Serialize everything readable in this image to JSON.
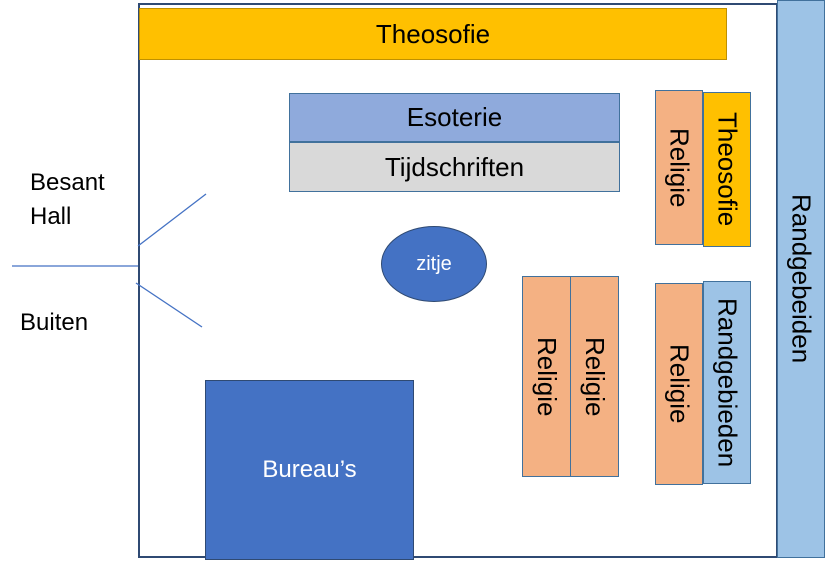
{
  "colors": {
    "theosofie": "#ffc000",
    "esoterie": "#8faadc",
    "tijdschriften": "#d9d9d9",
    "religie": "#f4b183",
    "randgebeiden": "#9dc3e6",
    "bureaus": "#4472c4",
    "zitje": "#4472c4",
    "outline": "#2f4a73"
  },
  "labels": {
    "theosofie_top": "Theosofie",
    "esoterie": "Esoterie",
    "tijdschriften": "Tijdschriften",
    "zitje": "zitje",
    "bureaus": "Bureau’s",
    "religie_right_top": "Religie",
    "theosofie_right": "Theosofie",
    "religie_mid_left": "Religie",
    "religie_mid_right": "Religie",
    "religie_right_bottom": "Religie",
    "randgebieden_small": "Randgebieden",
    "randgebeiden_wall": "Randgebeiden",
    "besant_hall_line1": "Besant",
    "besant_hall_line2": "Hall",
    "buiten": "Buiten"
  }
}
